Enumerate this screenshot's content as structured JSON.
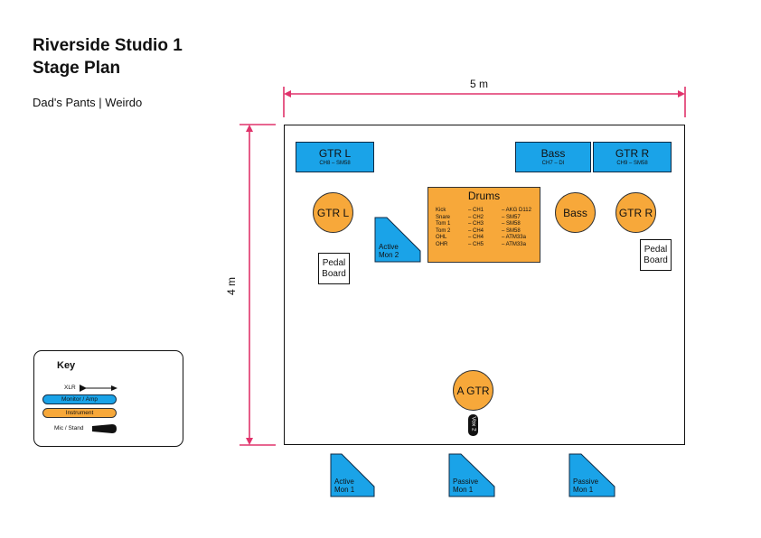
{
  "title_line1": "Riverside Studio 1",
  "title_line2": "Stage Plan",
  "subtitle": "Dad's Pants | Weirdo",
  "dimensions": {
    "width": "5 m",
    "depth": "4 m"
  },
  "amps": {
    "gtr_l": {
      "name": "GTR L",
      "sub": "CH8 – SM58"
    },
    "bass": {
      "name": "Bass",
      "sub": "CH7 – DI"
    },
    "gtr_r": {
      "name": "GTR R",
      "sub": "CH9 – SM58"
    }
  },
  "drums": {
    "title": "Drums",
    "rows": [
      {
        "piece": "Kick",
        "channel": "– CH1",
        "mic": "– AKG D112"
      },
      {
        "piece": "Snare",
        "channel": "– CH2",
        "mic": "– SM57"
      },
      {
        "piece": "Tom 1",
        "channel": "– CH3",
        "mic": "– SM58"
      },
      {
        "piece": "Tom 2",
        "channel": "– CH4",
        "mic": "– SM58"
      },
      {
        "piece": "OHL",
        "channel": "– CH4",
        "mic": "– ATM33a"
      },
      {
        "piece": "OHR",
        "channel": "– CH5",
        "mic": "– ATM33a"
      }
    ]
  },
  "instruments": {
    "gtr_l": "GTR L",
    "bass": "Bass",
    "gtr_r": "GTR R",
    "a_gtr": "A GTR"
  },
  "pedal_board": {
    "left": [
      "Pedal",
      "Board"
    ],
    "right": [
      "Pedal",
      "Board"
    ]
  },
  "mic_stand_label": "Vox 2",
  "monitors": {
    "on_stage": [
      "Active",
      "Mon 2"
    ],
    "front_left": [
      "Active",
      "Mon 1"
    ],
    "front_center": [
      "Passive",
      "Mon 1"
    ],
    "front_right": [
      "Passive",
      "Mon 1"
    ]
  },
  "key": {
    "title": "Key",
    "xlr": "XLR",
    "monitor_amp": "Monitor / Amp",
    "instrument": "Instrument",
    "mic_stand": "Mic / Stand"
  },
  "colors": {
    "monitor_amp": "#1aa3e8",
    "instrument": "#f7a83a",
    "dimension_line": "#e0336b"
  }
}
